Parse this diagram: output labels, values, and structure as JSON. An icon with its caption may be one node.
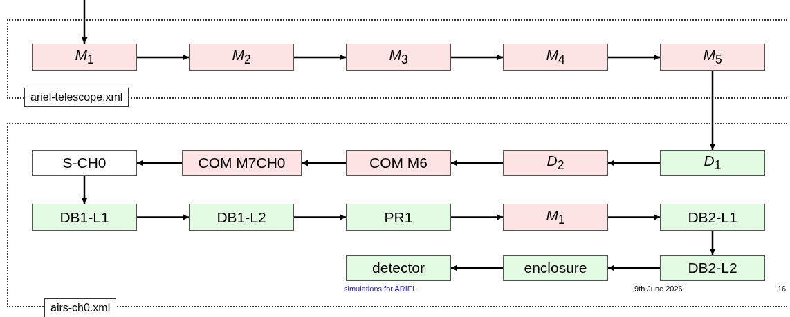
{
  "diagram": {
    "nodes": [
      {
        "text": [
          "ariel-telescope.xml"
        ]
      },
      {
        "text": [
          "*M*$_{1}$"
        ],
        "in": 0
      },
      {
        "text": [
          "*M*$_{2}$"
        ],
        "in": 0
      },
      {
        "text": [
          "*M*$_{3}$"
        ],
        "in": 0
      },
      {
        "text": [
          "*M*$_{4}$"
        ],
        "in": 0
      },
      {
        "text": [
          "*M*$_{5}$"
        ],
        "in": 0
      },
      {
        "text": [
          "airs-ch0.xml"
        ]
      },
      {
        "text": [
          "S-CH0"
        ],
        "in": 6
      },
      {
        "text": [
          "COM M7CH0"
        ],
        "in": 6
      },
      {
        "text": [
          "COM M6"
        ],
        "in": 6
      },
      {
        "text": [
          "*D*$_{2}$"
        ],
        "in": 6
      },
      {
        "text": [
          "*D*$_{1}$"
        ],
        "in": 6
      },
      {
        "text": [
          "DB1-L1"
        ],
        "in": 6
      },
      {
        "text": [
          "DB1-L2"
        ],
        "in": 6
      },
      {
        "text": [
          "PR1"
        ],
        "in": 6
      },
      {
        "text": [
          "*M*$_{1}$"
        ],
        "in": 6
      },
      {
        "text": [
          "DB2-L1"
        ],
        "in": 6
      },
      {
        "text": [
          "detector"
        ],
        "in": 6
      },
      {
        "text": [
          "enclosure"
        ],
        "in": 6
      },
      {
        "text": [
          "DB2-L2"
        ],
        "in": 6
      }
    ],
    "edges": [
      {
        "from": null,
        "to": 1,
        "arrow": "to"
      },
      {
        "from": 1,
        "to": 2,
        "arrow": "to"
      },
      {
        "from": 2,
        "to": 3,
        "arrow": "to"
      },
      {
        "from": 3,
        "to": 4,
        "arrow": "to"
      },
      {
        "from": 4,
        "to": 5,
        "arrow": "to"
      },
      {
        "from": 5,
        "to": 11,
        "arrow": "to"
      },
      {
        "from": 11,
        "to": 10,
        "arrow": "to"
      },
      {
        "from": 10,
        "to": 9,
        "arrow": "to"
      },
      {
        "from": 9,
        "to": 8,
        "arrow": "to"
      },
      {
        "from": 8,
        "to": 7,
        "arrow": "to"
      },
      {
        "from": 7,
        "to": 12,
        "arrow": "to"
      },
      {
        "from": 12,
        "to": 13,
        "arrow": "to"
      },
      {
        "from": 13,
        "to": 14,
        "arrow": "to"
      },
      {
        "from": 14,
        "to": 15,
        "arrow": "to"
      },
      {
        "from": 15,
        "to": 16,
        "arrow": "to"
      },
      {
        "from": 16,
        "to": 19,
        "arrow": "to"
      },
      {
        "from": 19,
        "to": 18,
        "arrow": "to"
      },
      {
        "from": 18,
        "to": 17,
        "arrow": "to"
      }
    ],
    "labels": [
      "simulations for ARIEL",
      "9th June 2026",
      "16"
    ]
  }
}
